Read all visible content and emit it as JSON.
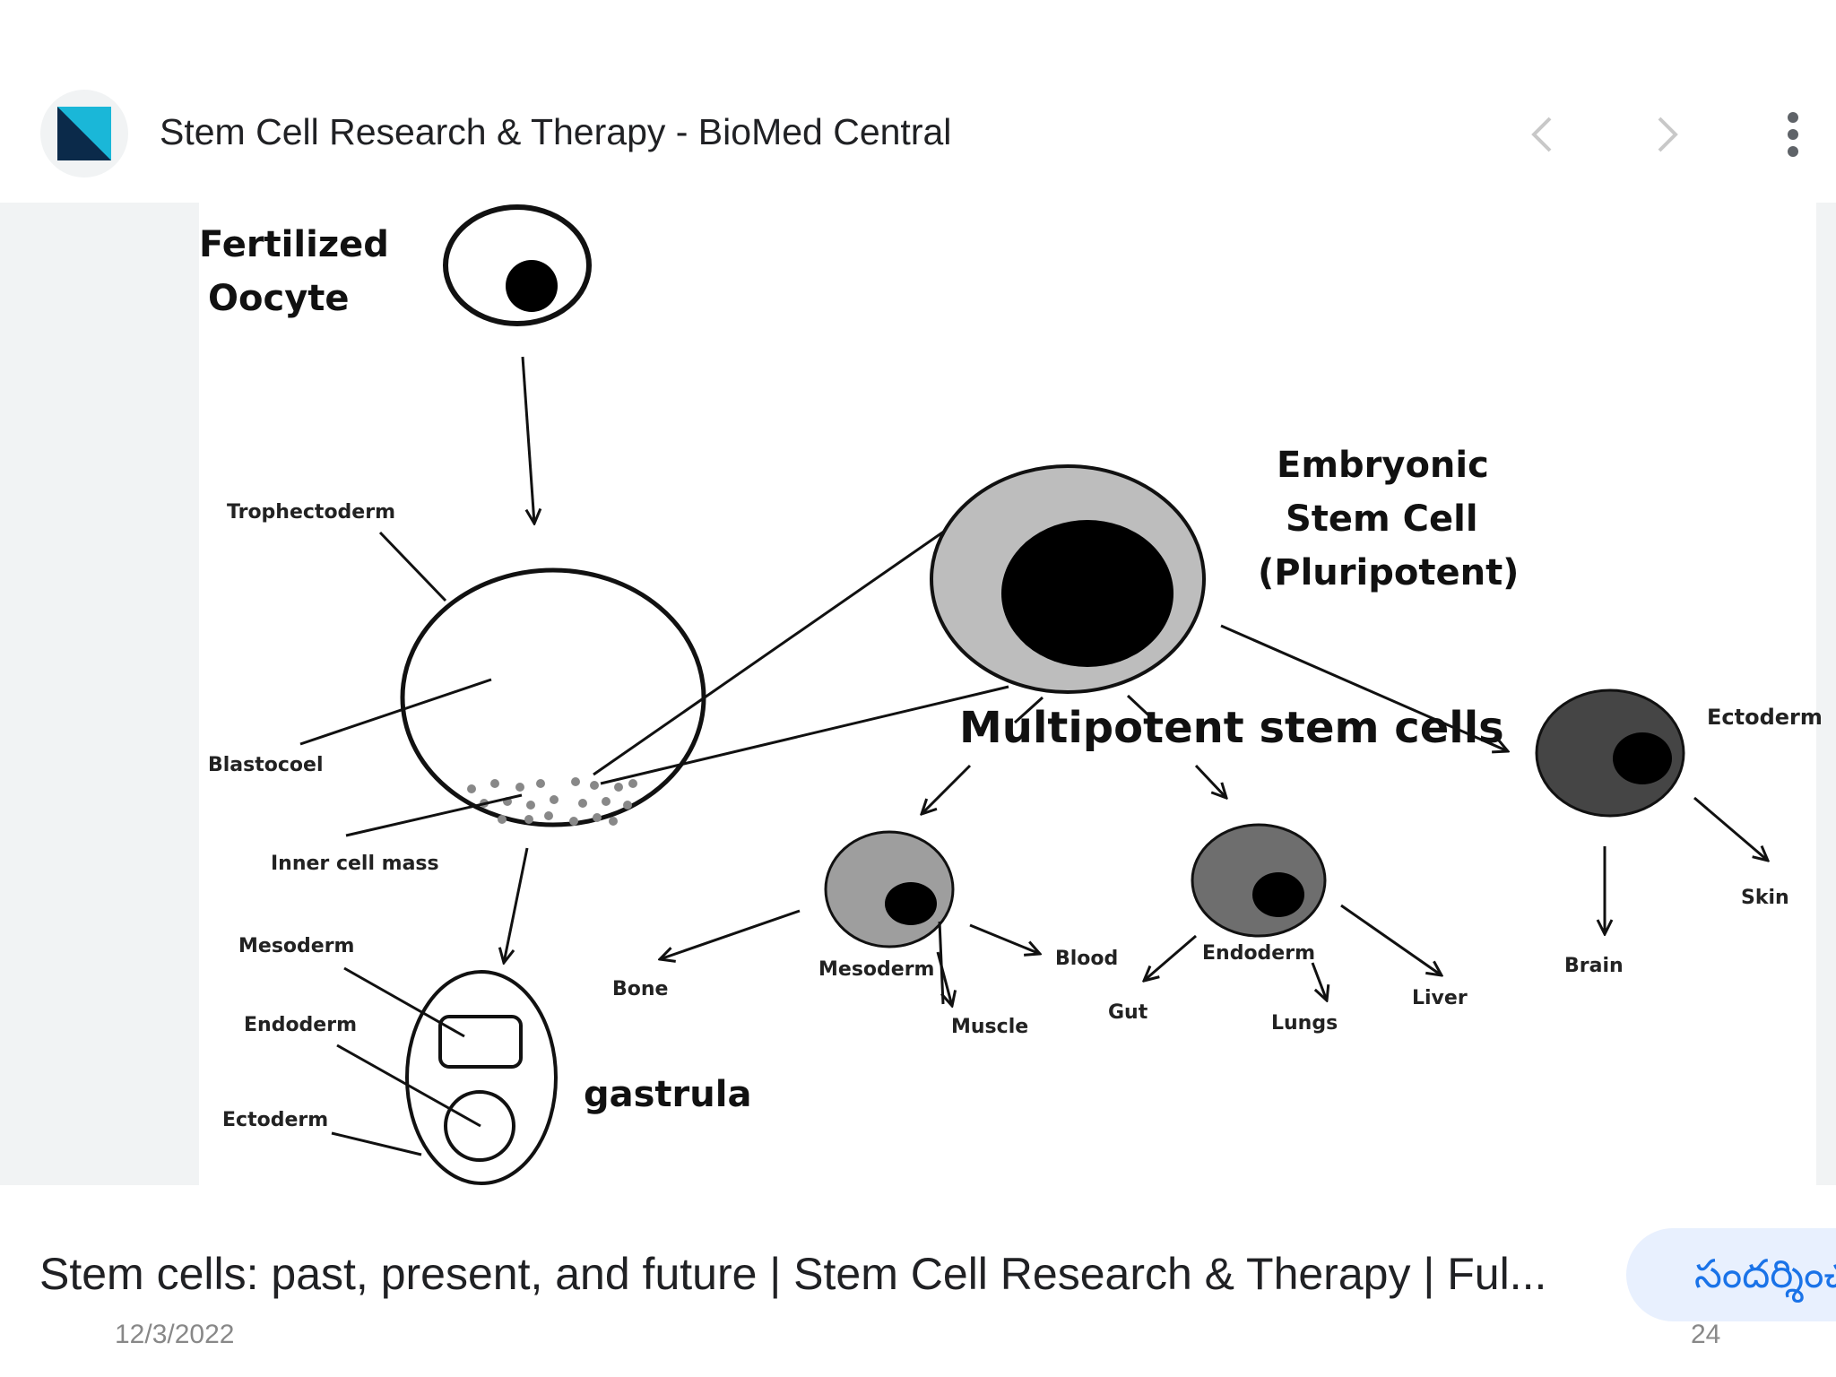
{
  "header": {
    "site_title": "Stem Cell Research & Therapy - BioMed Central",
    "logo_icon": "biomed-central-logo-icon",
    "prev_icon": "chevron-left-icon",
    "next_icon": "chevron-right-icon",
    "more_icon": "more-vert-icon"
  },
  "diagram": {
    "fertilized": "Fertilized",
    "oocyte": "Oocyte",
    "trophectoderm": "Trophectoderm",
    "blastocoel": "Blastocoel",
    "inner_cell_mass": "Inner cell mass",
    "mesoderm_left": "Mesoderm",
    "endoderm_left": "Endoderm",
    "ectoderm_left": "Ectoderm",
    "gastrula": "gastrula",
    "embryonic": "Embryonic",
    "stem_cell": "Stem Cell",
    "pluripotent": "(Pluripotent)",
    "multipotent": "Multipotent stem cells",
    "ectoderm_right": "Ectoderm",
    "skin": "Skin",
    "brain": "Brain",
    "bone": "Bone",
    "mesoderm_mid": "Mesoderm",
    "blood": "Blood",
    "muscle": "Muscle",
    "endoderm_mid": "Endoderm",
    "gut": "Gut",
    "lungs": "Lungs",
    "liver": "Liver"
  },
  "footer": {
    "caption": "Stem cells: past, present, and future | Stem Cell Research & Therapy | Ful...",
    "visit_label": "సందర్శించండి",
    "date": "12/3/2022",
    "count": "24"
  },
  "colors": {
    "accent": "#1a73e8",
    "chip_bg": "#e8f0fe",
    "panel_gray": "#f1f3f4"
  }
}
